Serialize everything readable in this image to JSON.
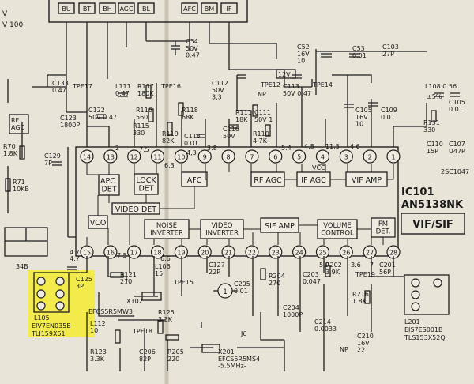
{
  "diagram": {
    "colors": {
      "paper": "#e9e4d8",
      "ink": "#1e1e1e",
      "highlight": "#f4ea3c"
    },
    "connector_pins": [
      "BU",
      "BT",
      "BH",
      "AGC",
      "BL",
      "AFC",
      "BM",
      "IF"
    ],
    "corner_labels": {
      "top_left_1": "V",
      "top_left_2": "V 100"
    },
    "chip": {
      "ref": "IC101",
      "part": "AN5138NK",
      "function": "VIF/SIF"
    },
    "blocks": {
      "apc_det": "APC\nDET",
      "lock_det": "LOCK\nDET",
      "afc": "AFC",
      "rf_agc": "RF AGC",
      "if_agc": "IF AGC",
      "vif_amp": "VIF AMP",
      "video_det": "VIDEO DET",
      "vco": "VCO",
      "noise_inverter": "NOISE\nINVERTER",
      "video_inverter": "VIDEO\nINVERTER",
      "sif_amp": "SIF AMP",
      "volume_control": "VOLUME\nCONTROL",
      "fm_det": "FM\nDET.",
      "rf_agc_side": "RF\nAGC"
    },
    "vcc_label": "VCC",
    "top_pins": [
      "14",
      "13",
      "12",
      "11",
      "10",
      "9",
      "8",
      "7",
      "6",
      "5",
      "4",
      "3",
      "2",
      "1"
    ],
    "bottom_pins": [
      "15",
      "16",
      "17",
      "18",
      "19",
      "20",
      "21",
      "22",
      "23",
      "24",
      "25",
      "26",
      "27",
      "28"
    ],
    "voltages": {
      "v4_7a": "4.7",
      "v4_7b": "4.7",
      "v2": "2",
      "v7_5a": "7.5",
      "v7_5b": "7.5",
      "v6_3": "6,3",
      "v4_3": "4,3",
      "v3_8": "3.8",
      "v5_4": "5.4",
      "v4_8": "4.8",
      "v11_5": "11.5",
      "v4_6": "4.6",
      "v3_6": "3.6",
      "v7": "7",
      "v6_6": "6.6",
      "v5_9": "5.9"
    },
    "components": {
      "c54": "C54\n50V\n0.47",
      "c52": "C52\n16V\n10",
      "c53": "C53\n0.01",
      "c103": "C103\n27P",
      "v12": "12V",
      "c113": "C113\n50V 0.47",
      "tpe14": "TPE14",
      "tpe12": "TPE12",
      "tpe17": "TPE17",
      "c133": "C133\n0.47",
      "l111": "L111\n0.47",
      "r117": "R117\n180K",
      "tpe16": "TPE16",
      "c112": "C112\n50V\n3,3",
      "np": "NP",
      "r111": "R111\n18K",
      "c111": "C111\n50V 1",
      "c123": "C123\n1800P",
      "c122": "C122\n50V 0.47",
      "r116": "R116\n560",
      "r115": "R115\n330",
      "r118": "R118\n68K",
      "r119": "R119\n82K",
      "c118": "C118\n0.01",
      "c116": "C116\n50V",
      "r110": "R110\n4.7K",
      "c105": "C105\n16V\n10",
      "c109": "C109\n0.01",
      "l108": "L108 0.56",
      "pct5": "±5%",
      "c105b": "C105\n0.01",
      "r131": "R131\n330",
      "c110": "C110\n15P",
      "c107": "C107\nU47P",
      "q2sc": "2SC1047",
      "rfagc_label": "RF\nAGC",
      "r70": "R70\n1.8K",
      "r71": "R71\n10KB",
      "c129": "C129\n7P",
      "l105_lbl": "L105",
      "l105_part1": "EIV7EN035B",
      "l105_part2": "TLI159X51",
      "c125": "C125\n3P",
      "r121": "R121\n270",
      "l106": "L106\n15",
      "tpe15": "TPE15",
      "c127": "C127\n22P",
      "x102": "X102",
      "efcs": "EFCS5R5MW3",
      "r125": "R125\n3.3K",
      "l112": "L112\n10",
      "tpe18": "TPE18",
      "r123": "R123\n3.3K",
      "c206": "C206\n82P",
      "r205": "R205\n220",
      "j6": "J6",
      "x201": "X201\nEFCS5R5MS4\n-5.5MHz-",
      "c205": "C205\n0.01",
      "r204": "R204\n270",
      "c203": "C203\n0.047",
      "c204": "C204\n1000P",
      "r202": "R202\n3.9K",
      "tpe19": "TPE19",
      "r216": "R216\n1.8K",
      "c214": "C214\n0.0033",
      "c210": "C210\n16V\n22",
      "np2": "NP",
      "c201": "C201\n56P",
      "l201_lbl": "L201",
      "l201_part1": "EIS7ES001B",
      "l201_part2": "TLS153X52Q",
      "ref34b": "34B",
      "marker1": "1"
    }
  }
}
